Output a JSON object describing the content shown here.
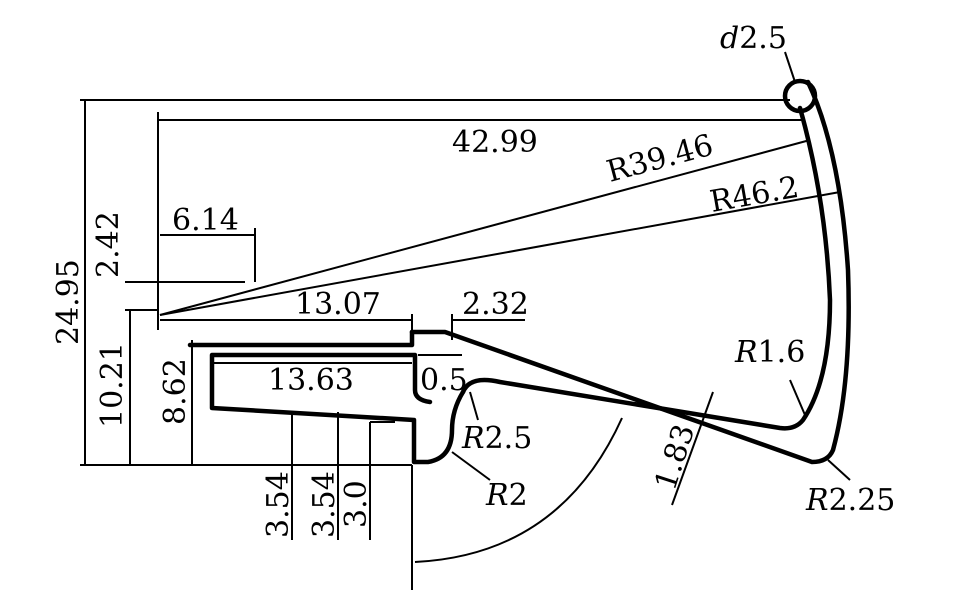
{
  "labels": {
    "diameter": {
      "prefix": "d",
      "value": "2.5"
    },
    "length_total": "42.99",
    "radius_inner": "R39.46",
    "radius_outer": "R46.2",
    "height_total": "24.95",
    "gap_height": "2.42",
    "gap_length": "6.14",
    "lower_length": "13.07",
    "step_offset": "2.32",
    "height_lower": "10.21",
    "height_channel": "8.62",
    "channel_length": "13.63",
    "lip_thickness": "0.5",
    "fillet_r25": {
      "prefix": "R",
      "value": "2.5"
    },
    "fillet_r2": {
      "prefix": "R",
      "value": "2"
    },
    "fillet_r16": {
      "prefix": "R",
      "value": "1.6"
    },
    "fillet_r225": {
      "prefix": "R",
      "value": "2.25"
    },
    "wall_thickness": "1.83",
    "depth_a": "3.54",
    "depth_b": "3.54",
    "depth_c": "3.0"
  }
}
